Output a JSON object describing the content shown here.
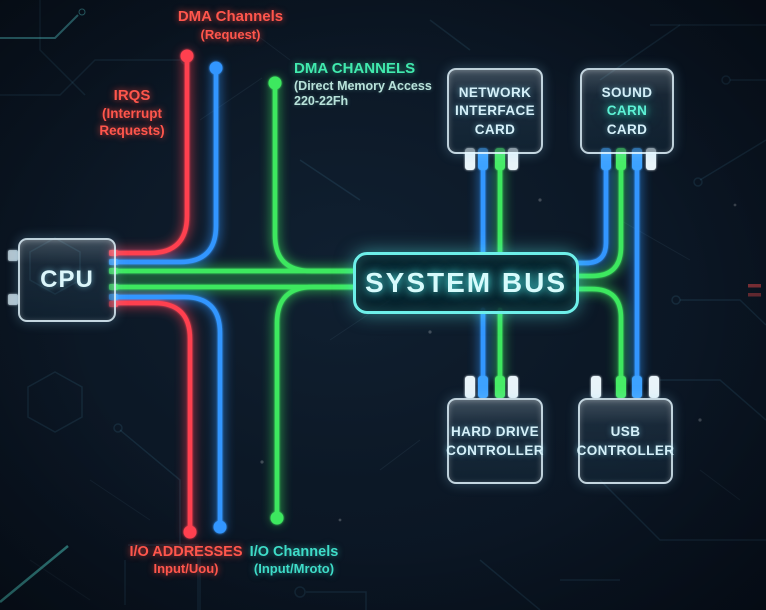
{
  "diagram": {
    "cpu": {
      "label": "CPU"
    },
    "system_bus": {
      "label": "SYSTEM BUS"
    },
    "cards": {
      "network": {
        "line1": "NETWORK",
        "line2": "INTERFACE",
        "line3": "CARD"
      },
      "sound": {
        "line1": "SOUND",
        "line2": "CARN",
        "line3": "CARD"
      },
      "hard_drive": {
        "line1": "HARD DRIVE",
        "line2": "CONTROLLER"
      },
      "usb": {
        "line1": "USB",
        "line2": "CONTROLLER"
      }
    },
    "labels": {
      "dma_request": {
        "line1": "DMA Channels",
        "line2": "(Request)"
      },
      "irqs": {
        "line1": "IRQS",
        "line2": "(Interrupt",
        "line3": "Requests)"
      },
      "dma_channels": {
        "line1": "DMA CHANNELS",
        "line2": "(Direct Memory Access",
        "line3": "220-22Fh"
      },
      "io_addresses": {
        "line1": "I/O ADDRESSES",
        "line2": "Input/Uou)"
      },
      "io_channels": {
        "line1": "I/O Channels",
        "line2": "(Input/Mroto)"
      }
    },
    "connections": [
      {
        "from": "cpu",
        "to": "top-terminal-red",
        "color": "red"
      },
      {
        "from": "cpu",
        "to": "top-terminal-blue",
        "color": "blue"
      },
      {
        "from": "cpu",
        "to": "system-bus",
        "color": "green",
        "via": "top-terminal-green"
      },
      {
        "from": "cpu",
        "to": "system-bus",
        "color": "green",
        "via": "bottom-terminal-green"
      },
      {
        "from": "cpu",
        "to": "bottom-terminal-blue",
        "color": "blue"
      },
      {
        "from": "cpu",
        "to": "bottom-terminal-red",
        "color": "red"
      },
      {
        "from": "system-bus",
        "to": "network-interface-card",
        "color": "blue"
      },
      {
        "from": "system-bus",
        "to": "network-interface-card",
        "color": "green"
      },
      {
        "from": "system-bus",
        "to": "sound-card",
        "color": "blue"
      },
      {
        "from": "system-bus",
        "to": "sound-card",
        "color": "green"
      },
      {
        "from": "sound-card",
        "to": "usb-controller",
        "color": "blue"
      },
      {
        "from": "system-bus",
        "to": "hard-drive-controller",
        "color": "blue"
      },
      {
        "from": "system-bus",
        "to": "hard-drive-controller",
        "color": "green"
      },
      {
        "from": "system-bus",
        "to": "usb-controller",
        "color": "green"
      }
    ],
    "colors": {
      "wire_red": "#ff4050",
      "wire_blue": "#3396ff",
      "wire_green": "#3ee85e",
      "bus_cyan": "#6ff0ea",
      "label_red": "#ff564c",
      "label_green": "#41eaae",
      "label_teal": "#3edcc8",
      "card_text": "#d5f0f9"
    }
  }
}
